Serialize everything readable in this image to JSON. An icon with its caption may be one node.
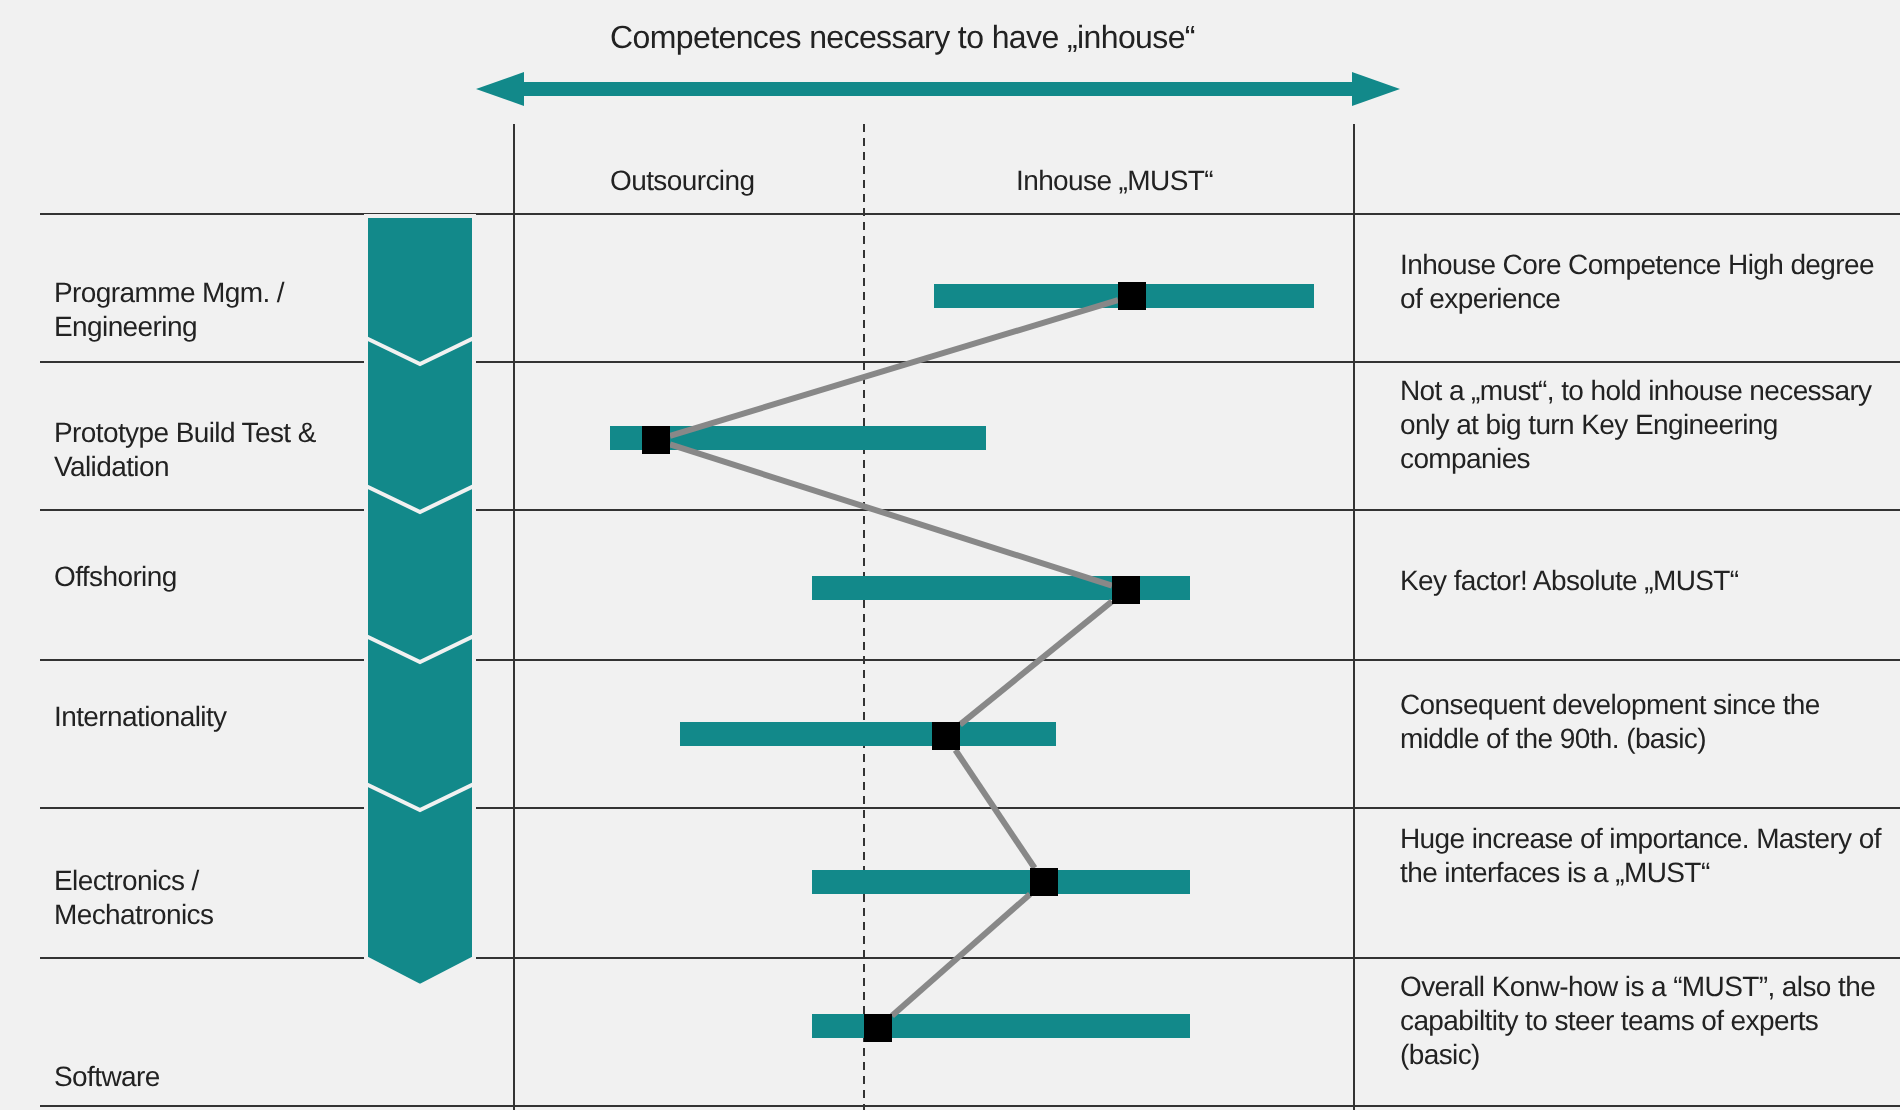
{
  "diagram": {
    "title": "Competences necessary to have „inhouse“",
    "nodes": [
      {
        "text": [],
        "shape": "box"
      },
      {
        "text": [],
        "shape": "box"
      },
      {
        "text": [],
        "shape": "box"
      },
      {
        "text": [],
        "shape": "box"
      },
      {
        "text": [],
        "shape": "box"
      },
      {
        "text": [],
        "shape": "box"
      }
    ],
    "edges": [
      {
        "from": 0,
        "to": 1,
        "arrow": "none"
      },
      {
        "from": 1,
        "to": 2,
        "arrow": "none"
      },
      {
        "from": 2,
        "to": 3,
        "arrow": "none"
      },
      {
        "from": 3,
        "to": 4,
        "arrow": "none"
      },
      {
        "from": 4,
        "to": 5,
        "arrow": "none"
      }
    ],
    "labels": [
      "Outsourcing",
      "Inhouse „MUST“",
      "Programme Mgm. / Engineering",
      "Inhouse Core Competence High degree of experience",
      "Prototype Build Test & Validation",
      "Not a „must“, to hold inhouse necessary only at big turn Key Engineering companies",
      "Offshoring",
      "Key factor!  Absolute „MUST“",
      "Internationality",
      "Consequent development since the middle of the 90th. (basic)",
      "Electronics / Mechatronics",
      "Huge increase of importance. Mastery of the interfaces is a „MUST“",
      "Software",
      "Overall Konw-how is a “MUST”, also the capabiltity to steer teams of experts (basic)"
    ]
  }
}
